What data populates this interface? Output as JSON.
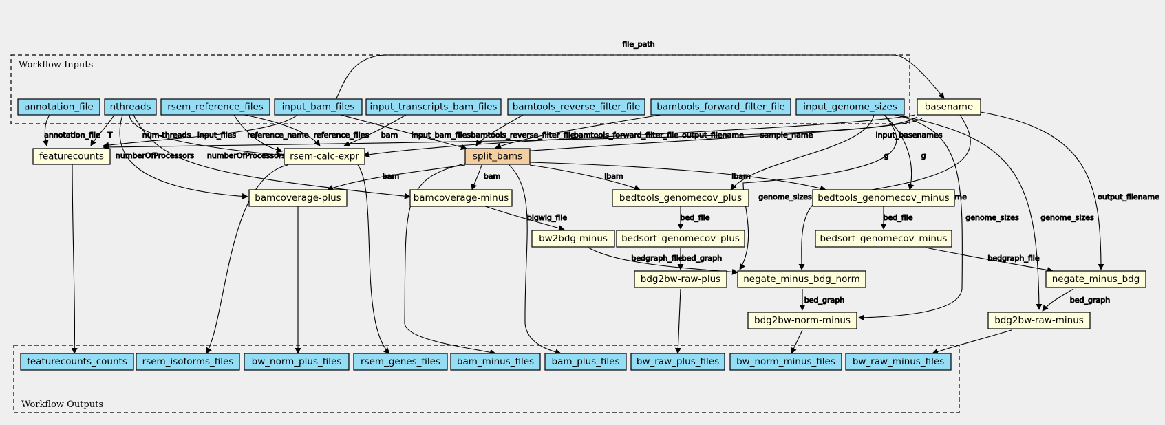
{
  "clusters": {
    "inputs": {
      "label": "Workflow Inputs"
    },
    "outputs": {
      "label": "Workflow Outputs"
    }
  },
  "nodes": {
    "annotation_file": {
      "label": "annotation_file",
      "kind": "input"
    },
    "nthreads": {
      "label": "nthreads",
      "kind": "input"
    },
    "rsem_reference_files": {
      "label": "rsem_reference_files",
      "kind": "input"
    },
    "input_bam_files": {
      "label": "input_bam_files",
      "kind": "input"
    },
    "input_transcripts_bam_files": {
      "label": "input_transcripts_bam_files",
      "kind": "input"
    },
    "bamtools_reverse_filter_file": {
      "label": "bamtools_reverse_filter_file",
      "kind": "input"
    },
    "bamtools_forward_filter_file": {
      "label": "bamtools_forward_filter_file",
      "kind": "input"
    },
    "input_genome_sizes": {
      "label": "input_genome_sizes",
      "kind": "input"
    },
    "basename": {
      "label": "basename",
      "kind": "step"
    },
    "featurecounts": {
      "label": "featurecounts",
      "kind": "step"
    },
    "rsem_calc_expr": {
      "label": "rsem-calc-expr",
      "kind": "step"
    },
    "split_bams": {
      "label": "split_bams",
      "kind": "step"
    },
    "bamcoverage_plus": {
      "label": "bamcoverage-plus",
      "kind": "step"
    },
    "bamcoverage_minus": {
      "label": "bamcoverage-minus",
      "kind": "step"
    },
    "bedtools_genomecov_plus": {
      "label": "bedtools_genomecov_plus",
      "kind": "step"
    },
    "bedtools_genomecov_minus": {
      "label": "bedtools_genomecov_minus",
      "kind": "step"
    },
    "bw2bdg_minus": {
      "label": "bw2bdg-minus",
      "kind": "step"
    },
    "bedsort_genomecov_plus": {
      "label": "bedsort_genomecov_plus",
      "kind": "step"
    },
    "bedsort_genomecov_minus": {
      "label": "bedsort_genomecov_minus",
      "kind": "step"
    },
    "bdg2bw_raw_plus": {
      "label": "bdg2bw-raw-plus",
      "kind": "step"
    },
    "negate_minus_bdg_norm": {
      "label": "negate_minus_bdg_norm",
      "kind": "step"
    },
    "negate_minus_bdg": {
      "label": "negate_minus_bdg",
      "kind": "step"
    },
    "bdg2bw_norm_minus": {
      "label": "bdg2bw-norm-minus",
      "kind": "step"
    },
    "bdg2bw_raw_minus": {
      "label": "bdg2bw-raw-minus",
      "kind": "step"
    },
    "featurecounts_counts": {
      "label": "featurecounts_counts",
      "kind": "output"
    },
    "rsem_isoforms_files": {
      "label": "rsem_isoforms_files",
      "kind": "output"
    },
    "bw_norm_plus_files": {
      "label": "bw_norm_plus_files",
      "kind": "output"
    },
    "rsem_genes_files": {
      "label": "rsem_genes_files",
      "kind": "output"
    },
    "bam_minus_files": {
      "label": "bam_minus_files",
      "kind": "output"
    },
    "bam_plus_files": {
      "label": "bam_plus_files",
      "kind": "output"
    },
    "bw_raw_plus_files": {
      "label": "bw_raw_plus_files",
      "kind": "output"
    },
    "bw_norm_minus_files": {
      "label": "bw_norm_minus_files",
      "kind": "output"
    },
    "bw_raw_minus_files": {
      "label": "bw_raw_minus_files",
      "kind": "output"
    }
  },
  "edges": [
    {
      "id": "e_file_path",
      "label": "file_path"
    },
    {
      "id": "e_annotation_file",
      "label": "annotation_file"
    },
    {
      "id": "e_T",
      "label": "T"
    },
    {
      "id": "e_num_threads",
      "label": "num-threads"
    },
    {
      "id": "e_input_files",
      "label": "input_files"
    },
    {
      "id": "e_reference_name",
      "label": "reference_name"
    },
    {
      "id": "e_reference_files",
      "label": "reference_files"
    },
    {
      "id": "e_bam_rsem",
      "label": "bam"
    },
    {
      "id": "e_input_bam_files",
      "label": "input_bam_files"
    },
    {
      "id": "e_rev_filter",
      "label": "bamtools_reverse_filter_file"
    },
    {
      "id": "e_fwd_filter",
      "label": "bamtools_forward_filter_file"
    },
    {
      "id": "e_output_filename_1",
      "label": "output_filename"
    },
    {
      "id": "e_sample_name",
      "label": "sample_name"
    },
    {
      "id": "e_input_basenames",
      "label": "input_basenames"
    },
    {
      "id": "e_nop_1",
      "label": "numberOfProcessors"
    },
    {
      "id": "e_nop_2",
      "label": "numberOfProcessors"
    },
    {
      "id": "e_g_1",
      "label": "g"
    },
    {
      "id": "e_g_2",
      "label": "g"
    },
    {
      "id": "e_bam_1",
      "label": "bam"
    },
    {
      "id": "e_bam_2",
      "label": "bam"
    },
    {
      "id": "e_ibam_1",
      "label": "ibam"
    },
    {
      "id": "e_ibam_2",
      "label": "ibam"
    },
    {
      "id": "e_genome_sizes_1",
      "label": "genome_sizes"
    },
    {
      "id": "e_output_filename_2",
      "label": "output_filename"
    },
    {
      "id": "e_genome_sizes_2",
      "label": "genome_sizes"
    },
    {
      "id": "e_genome_sizes_3",
      "label": "genome_sizes"
    },
    {
      "id": "e_output_filename_3",
      "label": "output_filename"
    },
    {
      "id": "e_bigwig_file",
      "label": "bigwig_file"
    },
    {
      "id": "e_bed_file_1",
      "label": "bed_file"
    },
    {
      "id": "e_bed_file_2",
      "label": "bed_file"
    },
    {
      "id": "e_bedgraph_file_1",
      "label": "bedgraph_file"
    },
    {
      "id": "e_bed_graph_1",
      "label": "bed_graph"
    },
    {
      "id": "e_bedgraph_file_2",
      "label": "bedgraph_file"
    },
    {
      "id": "e_bed_graph_2",
      "label": "bed_graph"
    },
    {
      "id": "e_bed_graph_3",
      "label": "bed_graph"
    }
  ]
}
